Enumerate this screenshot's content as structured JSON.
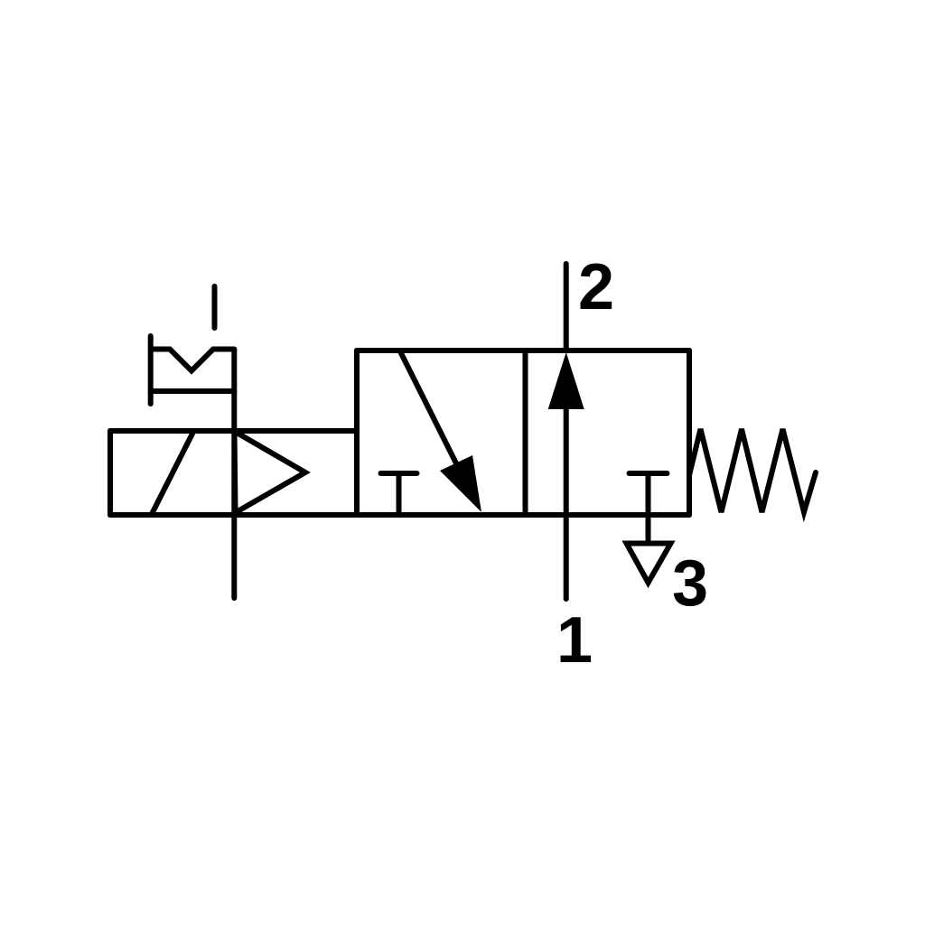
{
  "colors": {
    "line": "#000000",
    "background": "#ffffff"
  },
  "ports": {
    "port2": {
      "label": "2"
    },
    "port1": {
      "label": "1"
    },
    "port3": {
      "label": "3"
    }
  },
  "components": {
    "actuator_left": "solenoid-with-pneumatic-pilot",
    "override": "manual-override",
    "position_left": "flow-path-closed-arrow",
    "position_right": "flow-path-1-to-2-arrow",
    "blocked_ports": "blocked-port-tee",
    "exhaust": "exhaust-triangle-port-3",
    "return": "spring-return"
  }
}
